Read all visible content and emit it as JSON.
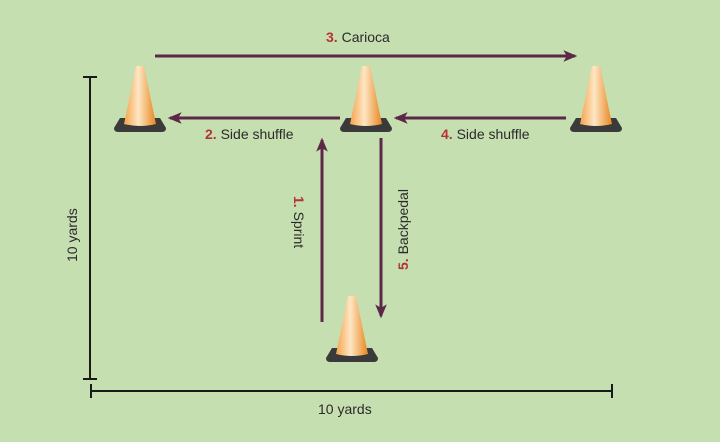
{
  "colors": {
    "background": "#c6dfb1",
    "arrow": "#5b2847",
    "number": "#b3323b",
    "cone": "#f0902a",
    "base": "#3a3a3a"
  },
  "drills": [
    {
      "num": "3.",
      "label": "Carioca"
    },
    {
      "num": "2.",
      "label": "Side shuffle"
    },
    {
      "num": "4.",
      "label": "Side shuffle"
    },
    {
      "num": "1.",
      "label": "Sprint"
    },
    {
      "num": "5.",
      "label": "Backpedal"
    }
  ],
  "dimensions": {
    "vertical": "10 yards",
    "horizontal": "10 yards"
  }
}
